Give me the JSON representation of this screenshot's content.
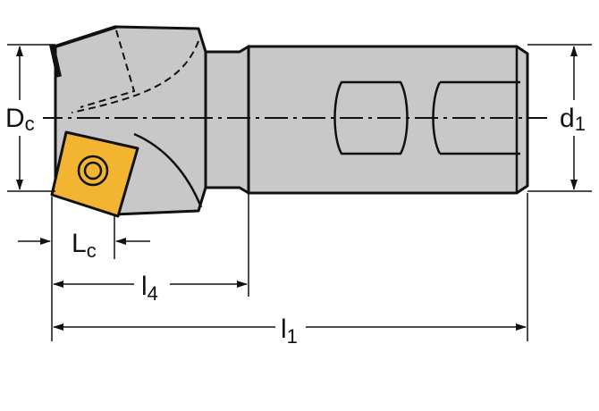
{
  "labels": {
    "dc": {
      "main": "D",
      "sub": "c"
    },
    "d1": {
      "main": "d",
      "sub": "1"
    },
    "lc": {
      "main": "L",
      "sub": "c"
    },
    "l4": {
      "main": "l",
      "sub": "4"
    },
    "l1": {
      "main": "l",
      "sub": "1"
    }
  },
  "colors": {
    "body": "#c8c8c8",
    "outline": "#111111",
    "insert": "#f2b431",
    "dimension": "#111111"
  }
}
